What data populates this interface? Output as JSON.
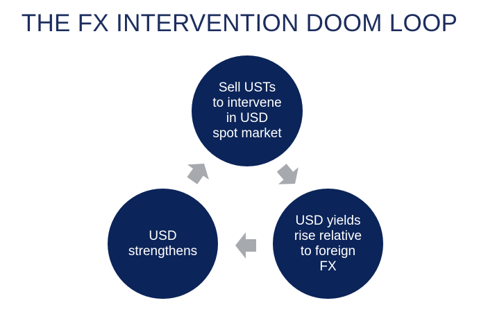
{
  "title": "THE FX INTERVENTION DOOM LOOP",
  "colors": {
    "title": "#1c2d5e",
    "circle": "#0b2459",
    "circle_text": "#ffffff",
    "arrow": "#a6a9ad"
  },
  "nodes": {
    "sell": {
      "lines": [
        "Sell USTs",
        "to intervene",
        "in USD",
        "spot market"
      ]
    },
    "yields": {
      "lines": [
        "USD yields",
        "rise relative",
        "to foreign",
        "FX"
      ]
    },
    "strengthens": {
      "lines": [
        "USD",
        "strengthens"
      ]
    }
  },
  "arrows": [
    {
      "from": "sell",
      "to": "yields",
      "icon": "arrow-icon"
    },
    {
      "from": "yields",
      "to": "strengthens",
      "icon": "arrow-icon"
    },
    {
      "from": "strengthens",
      "to": "sell",
      "icon": "arrow-icon"
    }
  ]
}
